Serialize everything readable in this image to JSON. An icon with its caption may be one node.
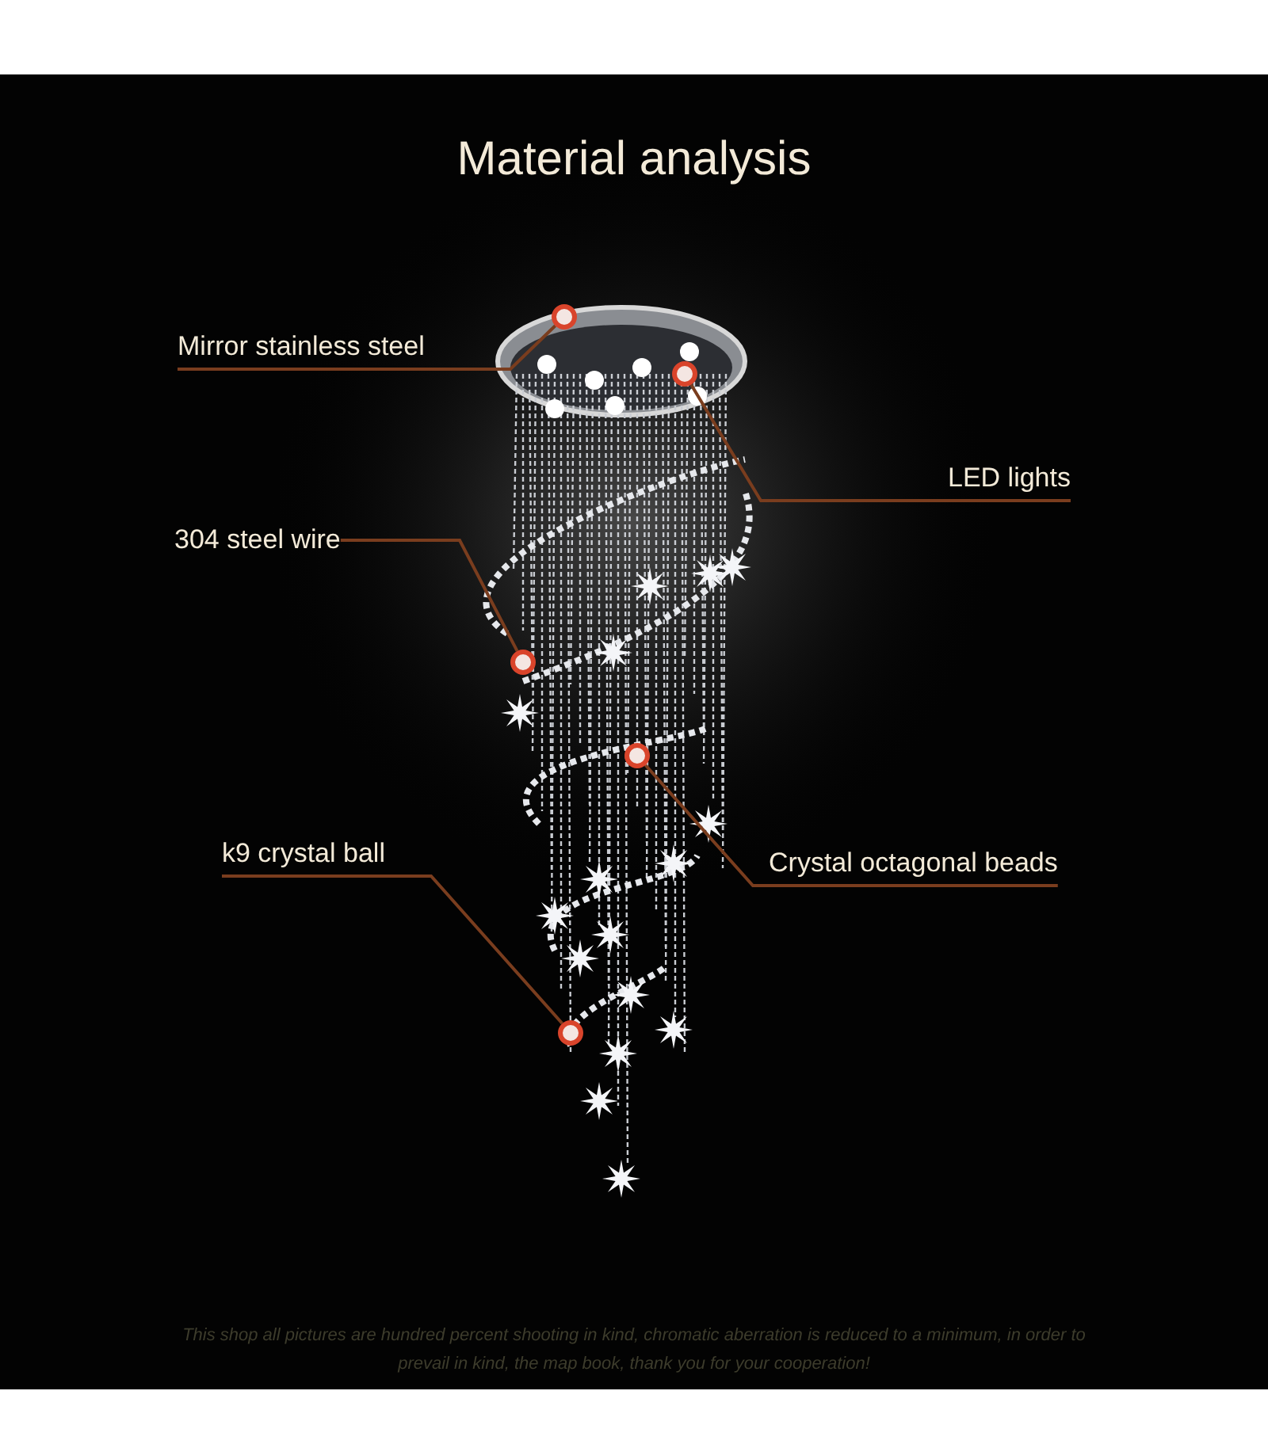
{
  "diagram": {
    "title": "Material analysis",
    "caption": "This shop all pictures are hundred percent shooting in kind, chromatic aberration is reduced to a minimum, in order to prevail in kind, the map book, thank you for your cooperation!",
    "nodes": [
      {
        "text": [
          "Mirror stainless steel"
        ]
      },
      {
        "text": [
          "LED lights"
        ]
      },
      {
        "text": [
          "304 steel wire"
        ]
      },
      {
        "text": [
          "k9 crystal ball"
        ]
      },
      {
        "text": [
          "Crystal octagonal beads"
        ]
      },
      {
        "text": [],
        "shape": "circle"
      },
      {
        "text": [],
        "shape": "circle"
      },
      {
        "text": [],
        "shape": "circle"
      },
      {
        "text": [],
        "shape": "circle"
      },
      {
        "text": [],
        "shape": "circle"
      }
    ],
    "edges": [
      {
        "from": 0,
        "to": 5,
        "arrow": "none"
      },
      {
        "from": 1,
        "to": 6,
        "arrow": "none"
      },
      {
        "from": 2,
        "to": 7,
        "arrow": "none"
      },
      {
        "from": 3,
        "to": 9,
        "arrow": "none"
      },
      {
        "from": 4,
        "to": 8,
        "arrow": "none"
      }
    ]
  }
}
